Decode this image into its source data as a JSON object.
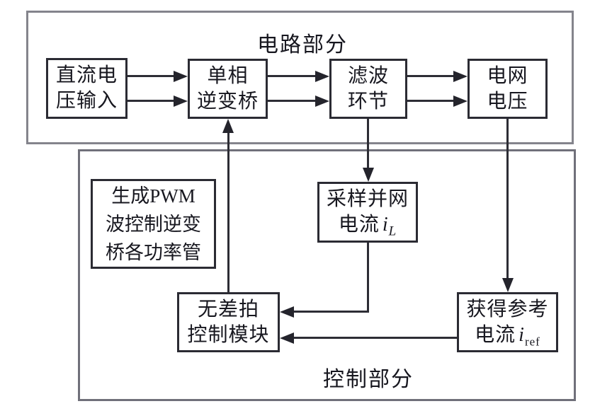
{
  "sections": {
    "circuit": {
      "label": "电路部分"
    },
    "control": {
      "label": "控制部分"
    }
  },
  "blocks": {
    "dc_input": {
      "lines": [
        "直流电",
        "压输入"
      ]
    },
    "inverter": {
      "lines": [
        "单相",
        "逆变桥"
      ]
    },
    "filter": {
      "lines": [
        "滤波",
        "环节"
      ]
    },
    "grid": {
      "lines": [
        "电网",
        "电压"
      ]
    },
    "pwm": {
      "lines": [
        "生成PWM",
        "波控制逆变",
        "桥各功率管"
      ]
    },
    "sample": {
      "lines": [
        "采样并网"
      ],
      "formula": {
        "prefix": "电流",
        "var": "i",
        "sub": "L"
      }
    },
    "deadbeat": {
      "lines": [
        "无差拍",
        "控制模块"
      ]
    },
    "reference": {
      "lines": [
        "获得参考"
      ],
      "formula": {
        "prefix": "电流",
        "var": "i",
        "sub": "ref"
      }
    }
  },
  "colors": {
    "background": "#ffffff",
    "outer_border": "#84848c",
    "inner_border": "#2b2b33",
    "arrow": "#2d2d35",
    "text": "#17171f"
  }
}
